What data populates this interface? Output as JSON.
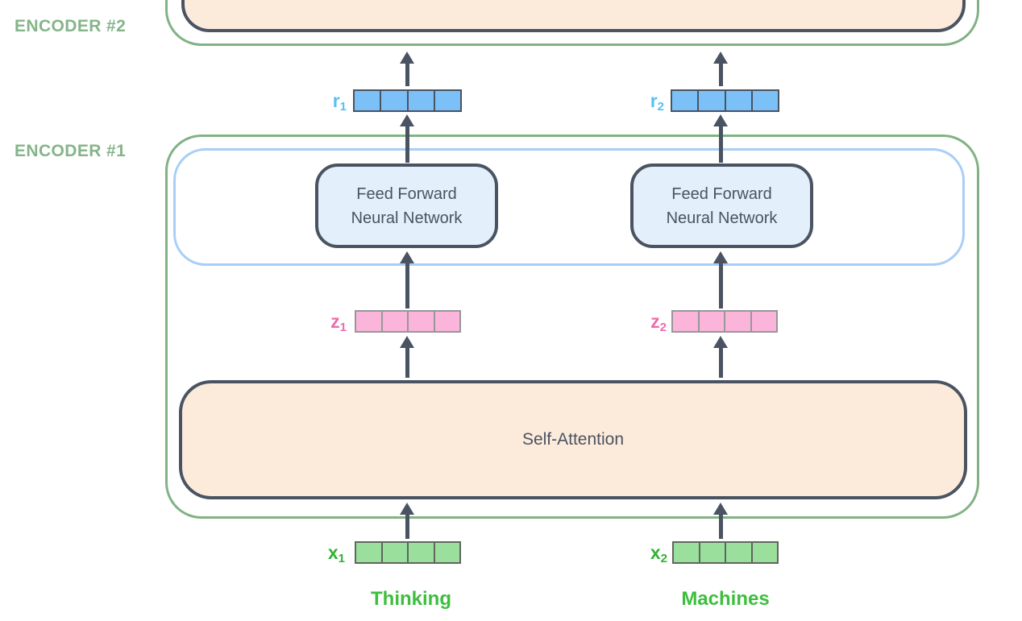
{
  "diagram": {
    "encoders": [
      {
        "label": "ENCODER #2"
      },
      {
        "label": "ENCODER #1"
      }
    ],
    "blocks": {
      "ffnn": {
        "line1": "Feed Forward",
        "line2": "Neural Network"
      },
      "self_attention": "Self-Attention"
    },
    "vectors": {
      "r1": {
        "base": "r",
        "sub": "1",
        "cells": 4
      },
      "r2": {
        "base": "r",
        "sub": "2",
        "cells": 4
      },
      "z1": {
        "base": "z",
        "sub": "1",
        "cells": 4
      },
      "z2": {
        "base": "z",
        "sub": "2",
        "cells": 4
      },
      "x1": {
        "base": "x",
        "sub": "1",
        "cells": 4
      },
      "x2": {
        "base": "x",
        "sub": "2",
        "cells": 4
      }
    },
    "words": [
      "Thinking",
      "Machines"
    ]
  },
  "colors": {
    "encoder-green": "#82B284",
    "label-green": "#85B48A",
    "slate": "#4A5361",
    "peach-fill": "#FCEBDB",
    "ffnn-fill": "#E3F0FC",
    "layer-blue-border": "#A8CEF7",
    "cell-blue": "#7CC0F8",
    "r-label-blue": "#55C0F5",
    "cell-pink": "#FBB5DB",
    "pink-border": "#979797",
    "z-label-pink": "#EF6BAE",
    "cell-green": "#9ADF9B",
    "green-border": "#60665F",
    "x-label-green": "#33B233",
    "word-green": "#3DBE3E"
  }
}
